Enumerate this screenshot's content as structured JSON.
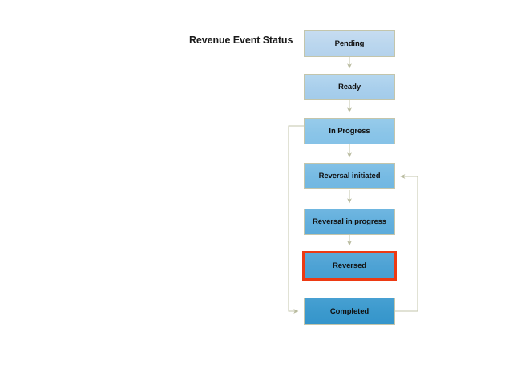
{
  "diagram": {
    "title": "Revenue Event Status",
    "background_color": "#ffffff",
    "connector_color": "#c3c5ab",
    "highlight_color": "#ed3a13",
    "nodes": [
      {
        "id": "pending",
        "label": "Pending",
        "fill": "#bad6ee",
        "highlighted": false
      },
      {
        "id": "ready",
        "label": "Ready",
        "fill": "#a9cfec",
        "highlighted": false
      },
      {
        "id": "in-progress",
        "label": "In Progress",
        "fill": "#8bc5e8",
        "highlighted": false
      },
      {
        "id": "reversal-initiated",
        "label": "Reversal initiated",
        "fill": "#76bae3",
        "highlighted": false
      },
      {
        "id": "reversal-in-progress",
        "label": "Reversal in progress",
        "fill": "#62afdd",
        "highlighted": false
      },
      {
        "id": "reversed",
        "label": "Reversed",
        "fill": "#4da2d4",
        "highlighted": true
      },
      {
        "id": "completed",
        "label": "Completed",
        "fill": "#3b99cd",
        "highlighted": false
      }
    ],
    "edges": [
      {
        "from": "pending",
        "to": "ready",
        "kind": "straight-down"
      },
      {
        "from": "ready",
        "to": "in-progress",
        "kind": "straight-down"
      },
      {
        "from": "in-progress",
        "to": "reversal-initiated",
        "kind": "straight-down"
      },
      {
        "from": "reversal-initiated",
        "to": "reversal-in-progress",
        "kind": "straight-down"
      },
      {
        "from": "reversal-in-progress",
        "to": "reversed",
        "kind": "straight-down"
      },
      {
        "from": "in-progress",
        "to": "completed",
        "kind": "left-bypass"
      },
      {
        "from": "completed",
        "to": "reversal-initiated",
        "kind": "right-loop-back"
      }
    ]
  }
}
